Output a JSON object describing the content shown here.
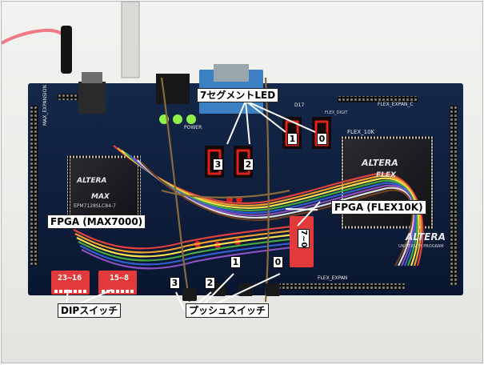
{
  "labels": {
    "seg7_led": "7セグメントLED",
    "fpga_max": "FPGA (MAX7000)",
    "fpga_flex": "FPGA (FLEX10K)",
    "dip_switch": "DIPスイッチ",
    "push_switch": "プッシュスイッチ"
  },
  "seg_digits": {
    "d3": "3",
    "d2": "2",
    "d1": "1",
    "d0": "0"
  },
  "push_digits": {
    "p3": "3",
    "p2": "2",
    "p1": "1",
    "p0": "0"
  },
  "dip_marks": {
    "dip_left": "23~16",
    "dip_mid": "15~8",
    "dip_right": "7~0"
  },
  "silkscreen": {
    "altera_left": "ALTERA",
    "max": "MAX",
    "epm": "EPM7128SLC84-7",
    "altera_right": "ALTERA",
    "flex": "FLEX",
    "flex_10k": "FLEX_10K",
    "flex_expan_c": "FLEX_EXPAN_C",
    "flex_expan": "FLEX_EXPAN",
    "max_expan": "MAX_EXPANSION",
    "altera_bottom": "ALTERA",
    "university": "UNIVERSITY PROGRAM",
    "power": "POWER",
    "flex_digit": "FLEX_DIGIT",
    "d17": "D17"
  },
  "colors": {
    "board": "#0c1a33",
    "led_red": "#e0201a",
    "led_green": "#8ff04a",
    "dip_red": "#e23a3a",
    "chip_black": "#1b1b1f"
  }
}
